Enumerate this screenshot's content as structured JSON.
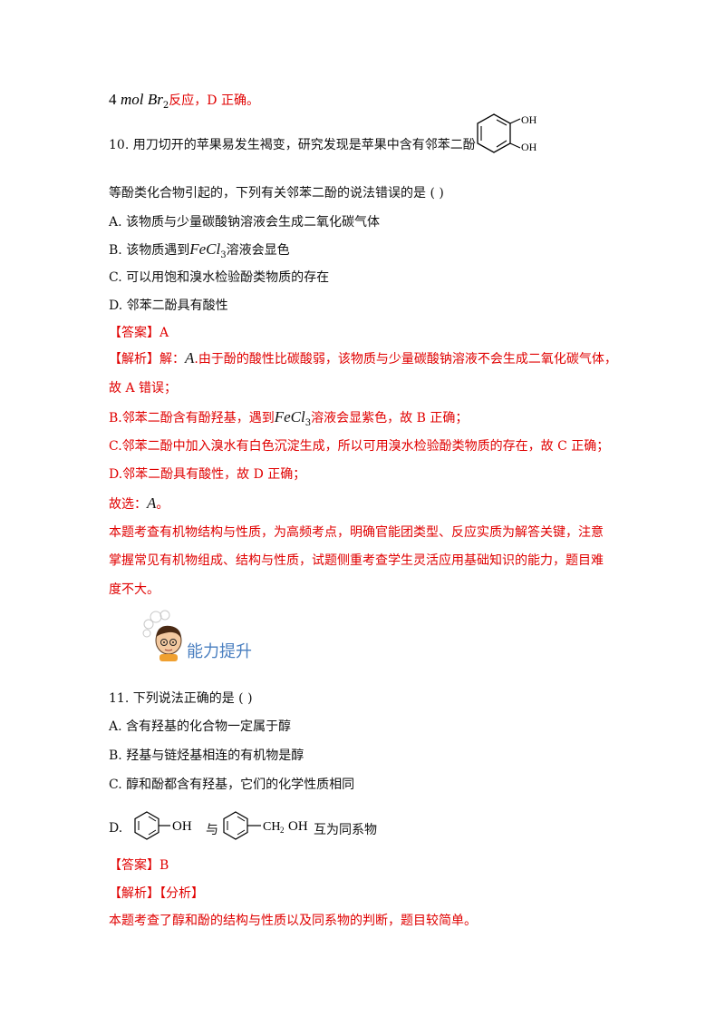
{
  "top_line": {
    "prefix": "4",
    "unit": "mol",
    "formula_main": "Br",
    "formula_sub": "2",
    "tail": "反应，D 正确。"
  },
  "q10": {
    "stem_part1": "10. 用刀切开的苹果易发生褐变，研究发现是苹果中含有邻苯二酚",
    "stem_part2": "等酚类化合物引起的，下列有关邻苯二酚的说法错误的是 (    )",
    "structure": {
      "label1": "OH",
      "label2": "OH"
    },
    "option_a": "A.  该物质与少量碳酸钠溶液会生成二氧化碳气体",
    "option_b_pre": "B.  该物质遇到",
    "option_b_formula": "FeCl",
    "option_b_sub": "3",
    "option_b_post": "溶液会显色",
    "option_c": "C.  可以用饱和溴水检验酚类物质的存在",
    "option_d": "D.  邻苯二酚具有酸性",
    "answer": "【答案】A",
    "analysis_pre": "【解析】解：",
    "analysis_a_letter": "A",
    "analysis_a_text": ".由于酚的酸性比碳酸弱，该物质与少量碳酸钠溶液不会生成二氧化碳气体，",
    "analysis_a_cont": "故 A 错误；",
    "analysis_b_pre": "B.邻苯二酚含有酚羟基，遇到",
    "analysis_b_formula": "FeCl",
    "analysis_b_sub": "3",
    "analysis_b_post": "溶液会显紫色，故 B 正确；",
    "analysis_c": "C.邻苯二酚中加入溴水有白色沉淀生成，所以可用溴水检验酚类物质的存在，故 C 正确；",
    "analysis_d": "D.邻苯二酚具有酸性，故 D 正确；",
    "choice_pre": "故选：",
    "choice_letter": "A",
    "choice_post": "。",
    "summary_1": "本题考查有机物结构与性质，为高频考点，明确官能团类型、反应实质为解答关键，注意",
    "summary_2": "掌握常见有机物组成、结构与性质，试题侧重考查学生灵活应用基础知识的能力，题目难",
    "summary_3": "度不大。"
  },
  "section_badge": "能力提升",
  "q11": {
    "stem": "11. 下列说法正确的是 (    )",
    "option_a": "A.  含有羟基的化合物一定属于醇",
    "option_b": "B.  羟基与链烃基相连的有机物是醇",
    "option_c": "C.  醇和酚都含有羟基，它们的化学性质相同",
    "option_d_letter": "D.",
    "option_d_oh": "OH",
    "option_d_and": "与",
    "option_d_ch": "CH",
    "option_d_ch_sub": "2",
    "option_d_oh2": "OH",
    "option_d_post": "互为同系物",
    "answer": "【答案】B",
    "analysis": "【解析】【分析】",
    "summary": "本题考查了醇和酚的结构与性质以及同系物的判断，题目较简单。"
  },
  "colors": {
    "answer_red": "#e00000",
    "badge_blue": "#4a7fc0"
  }
}
